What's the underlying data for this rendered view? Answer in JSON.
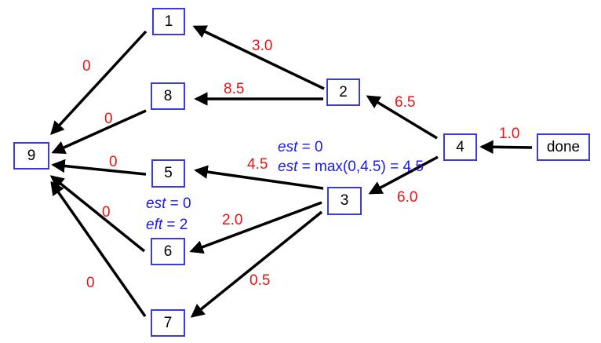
{
  "colors": {
    "node_border": "#3a3ae0",
    "weight": "#ee1111",
    "annotation": "#1a1aee",
    "arrow": "#000000"
  },
  "nodes": {
    "n1": "1",
    "n8": "8",
    "n2": "2",
    "n9": "9",
    "n5": "5",
    "n3": "3",
    "n4": "4",
    "done": "done",
    "n6": "6",
    "n7": "7"
  },
  "edges": [
    {
      "from": "2",
      "to": "1",
      "weight": "3.0"
    },
    {
      "from": "2",
      "to": "8",
      "weight": "8.5"
    },
    {
      "from": "4",
      "to": "2",
      "weight": "6.5"
    },
    {
      "from": "done",
      "to": "4",
      "weight": "1.0"
    },
    {
      "from": "4",
      "to": "3",
      "weight": "6.0"
    },
    {
      "from": "3",
      "to": "5",
      "weight": "4.5"
    },
    {
      "from": "3",
      "to": "6",
      "weight": "2.0"
    },
    {
      "from": "3",
      "to": "7",
      "weight": "0.5"
    },
    {
      "from": "1",
      "to": "9",
      "weight": "0"
    },
    {
      "from": "8",
      "to": "9",
      "weight": "0"
    },
    {
      "from": "5",
      "to": "9",
      "weight": "0"
    },
    {
      "from": "6",
      "to": "9",
      "weight": "0"
    },
    {
      "from": "7",
      "to": "9",
      "weight": "0"
    }
  ],
  "annotations": {
    "node3": {
      "est_label": "est",
      "est_value": " = 0",
      "est2_label": "est",
      "est2_value": " = max(0,4.5) = 4.5"
    },
    "node6": {
      "est_label": "est",
      "est_value": " = 0",
      "eft_label": "eft",
      "eft_value": " = 2"
    }
  }
}
